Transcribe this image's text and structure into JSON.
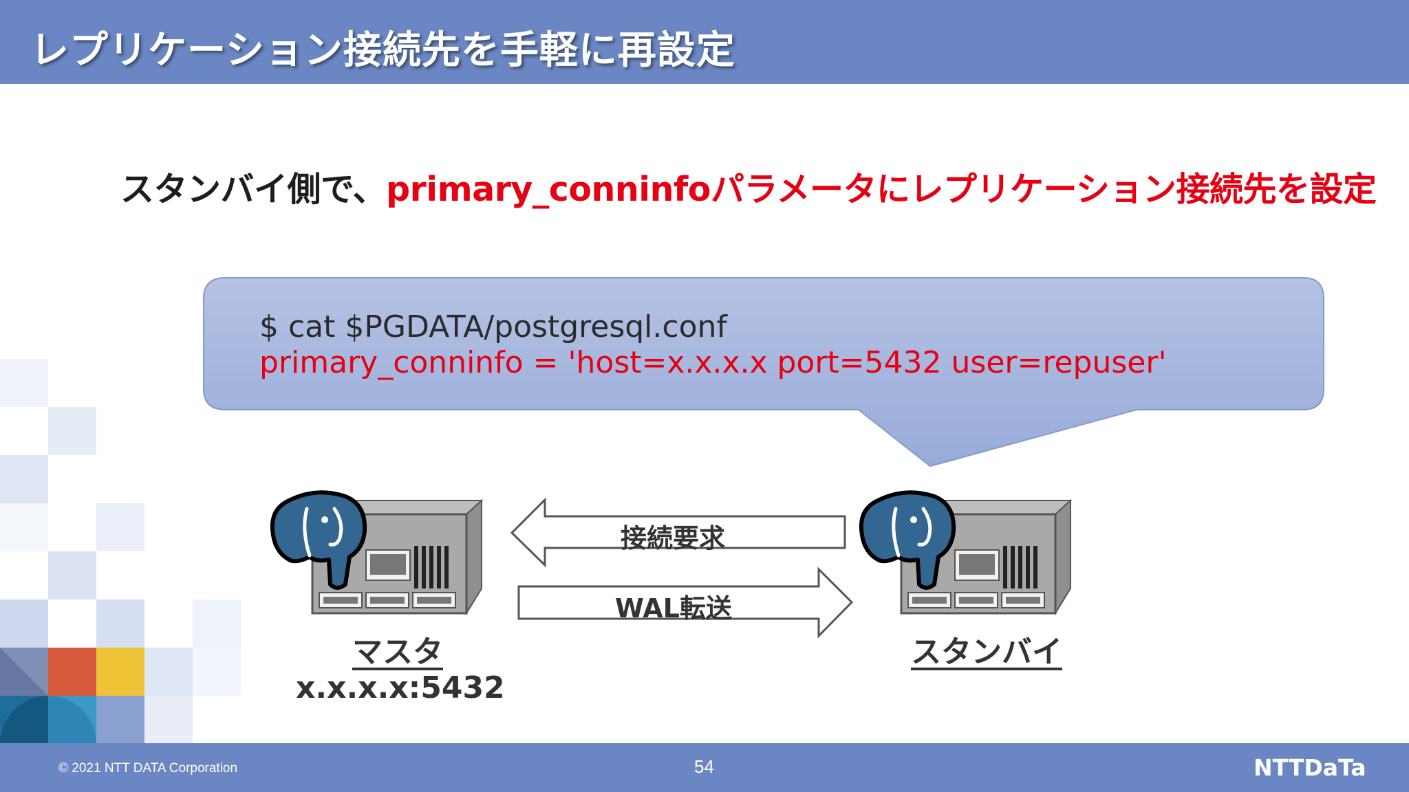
{
  "slide": {
    "title": "レプリケーション接続先を手軽に再設定",
    "subtitle_prefix": "スタンバイ側で、",
    "subtitle_highlight": "primary_conninfoパラメータにレプリケーション接続先を設定"
  },
  "code": {
    "command": "$ cat $PGDATA/postgresql.conf",
    "parameter": "primary_conninfo = 'host=x.x.x.x port=5432 user=repuser'"
  },
  "arrows": {
    "connect_label": "接続要求",
    "wal_label": "WAL転送"
  },
  "nodes": {
    "master_label": "マスタ",
    "master_address": "x.x.x.x:5432",
    "standby_label": "スタンバイ"
  },
  "footer": {
    "copyright": "© 2021 NTT DATA Corporation",
    "page_number": "54",
    "logo": "NTTDaTa"
  },
  "colors": {
    "bar": "#6a87c4",
    "accent_red": "#e60012",
    "callout_fill": "#a4b4dc",
    "elephant": "#336791"
  },
  "icons": {
    "server": "server-icon",
    "database": "postgresql-elephant-icon"
  }
}
